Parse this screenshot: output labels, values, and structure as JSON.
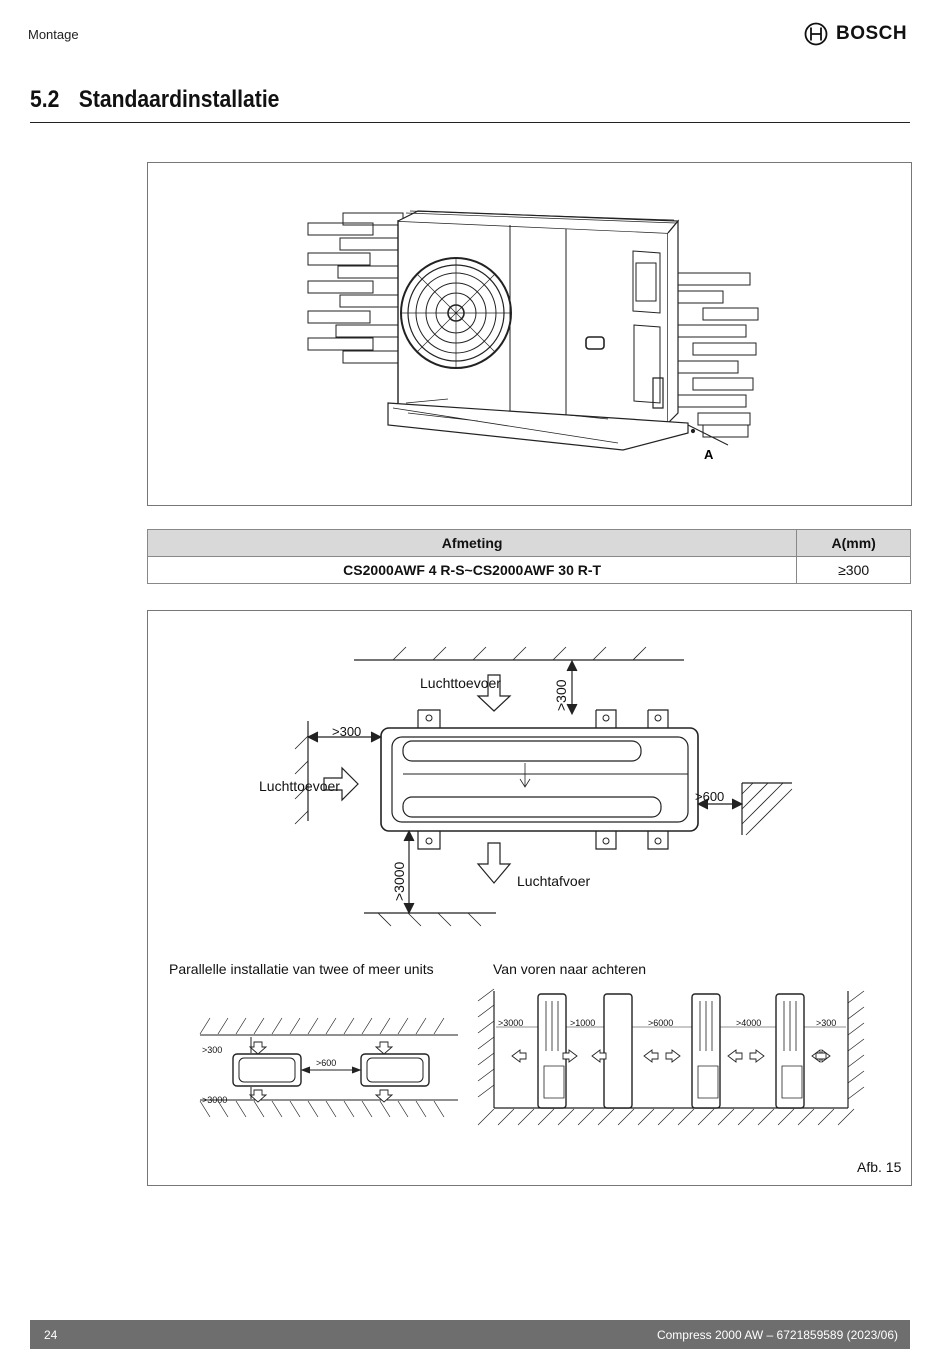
{
  "header": {
    "section_label": "Montage",
    "brand_name": "BOSCH"
  },
  "heading": {
    "number": "5.2",
    "title": "Standaardinstallatie"
  },
  "figure_top": {
    "marker": "A"
  },
  "dimension_table": {
    "columns": [
      "Afmeting",
      "A(mm)"
    ],
    "rows": [
      [
        "CS2000AWF 4 R-S~CS2000AWF 30 R-T",
        "≥300"
      ]
    ]
  },
  "figure_bottom": {
    "top_view": {
      "air_inlet_top": "Luchttoevoer",
      "air_inlet_left": "Luchttoevoer",
      "air_outlet": "Luchtafvoer",
      "clearance_top": ">300",
      "clearance_left": ">300",
      "clearance_right": ">600",
      "clearance_bottom": ">3000"
    },
    "parallel": {
      "title": "Parallelle installatie van twee of meer units",
      "clearance_top": ">300",
      "clearance_between": ">600",
      "clearance_bottom": ">3000"
    },
    "front_to_back": {
      "title": "Van voren naar achteren",
      "clearances": [
        ">3000",
        ">1000",
        ">6000",
        ">4000",
        ">300"
      ]
    },
    "caption": "Afb. 15"
  },
  "footer": {
    "page_number": "24",
    "document_ref": "Compress 2000 AW – 6721859589 (2023/06)"
  }
}
